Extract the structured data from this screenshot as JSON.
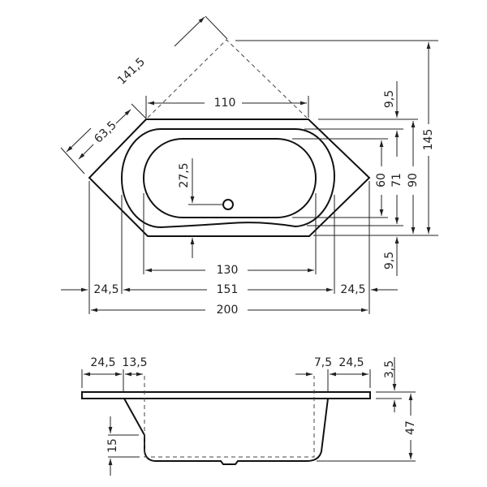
{
  "plan_view": {
    "diagonal_long": "141,5",
    "diagonal_short": "63,5",
    "top_width": "110",
    "drain_offset": "27,5",
    "inner_length": "130",
    "rim_length": "151",
    "left_deck": "24,5",
    "right_deck": "24,5",
    "total_length": "200",
    "top_margin": "9,5",
    "bottom_margin": "9,5",
    "inner_width": "60",
    "rim_width": "71",
    "deck_width": "90",
    "total_depth": "145"
  },
  "side_view": {
    "left_deck": "24,5",
    "left_slope": "13,5",
    "right_slope": "7,5",
    "right_deck": "24,5",
    "rim_thickness": "3,5",
    "height": "47",
    "bottom_offset": "15"
  }
}
